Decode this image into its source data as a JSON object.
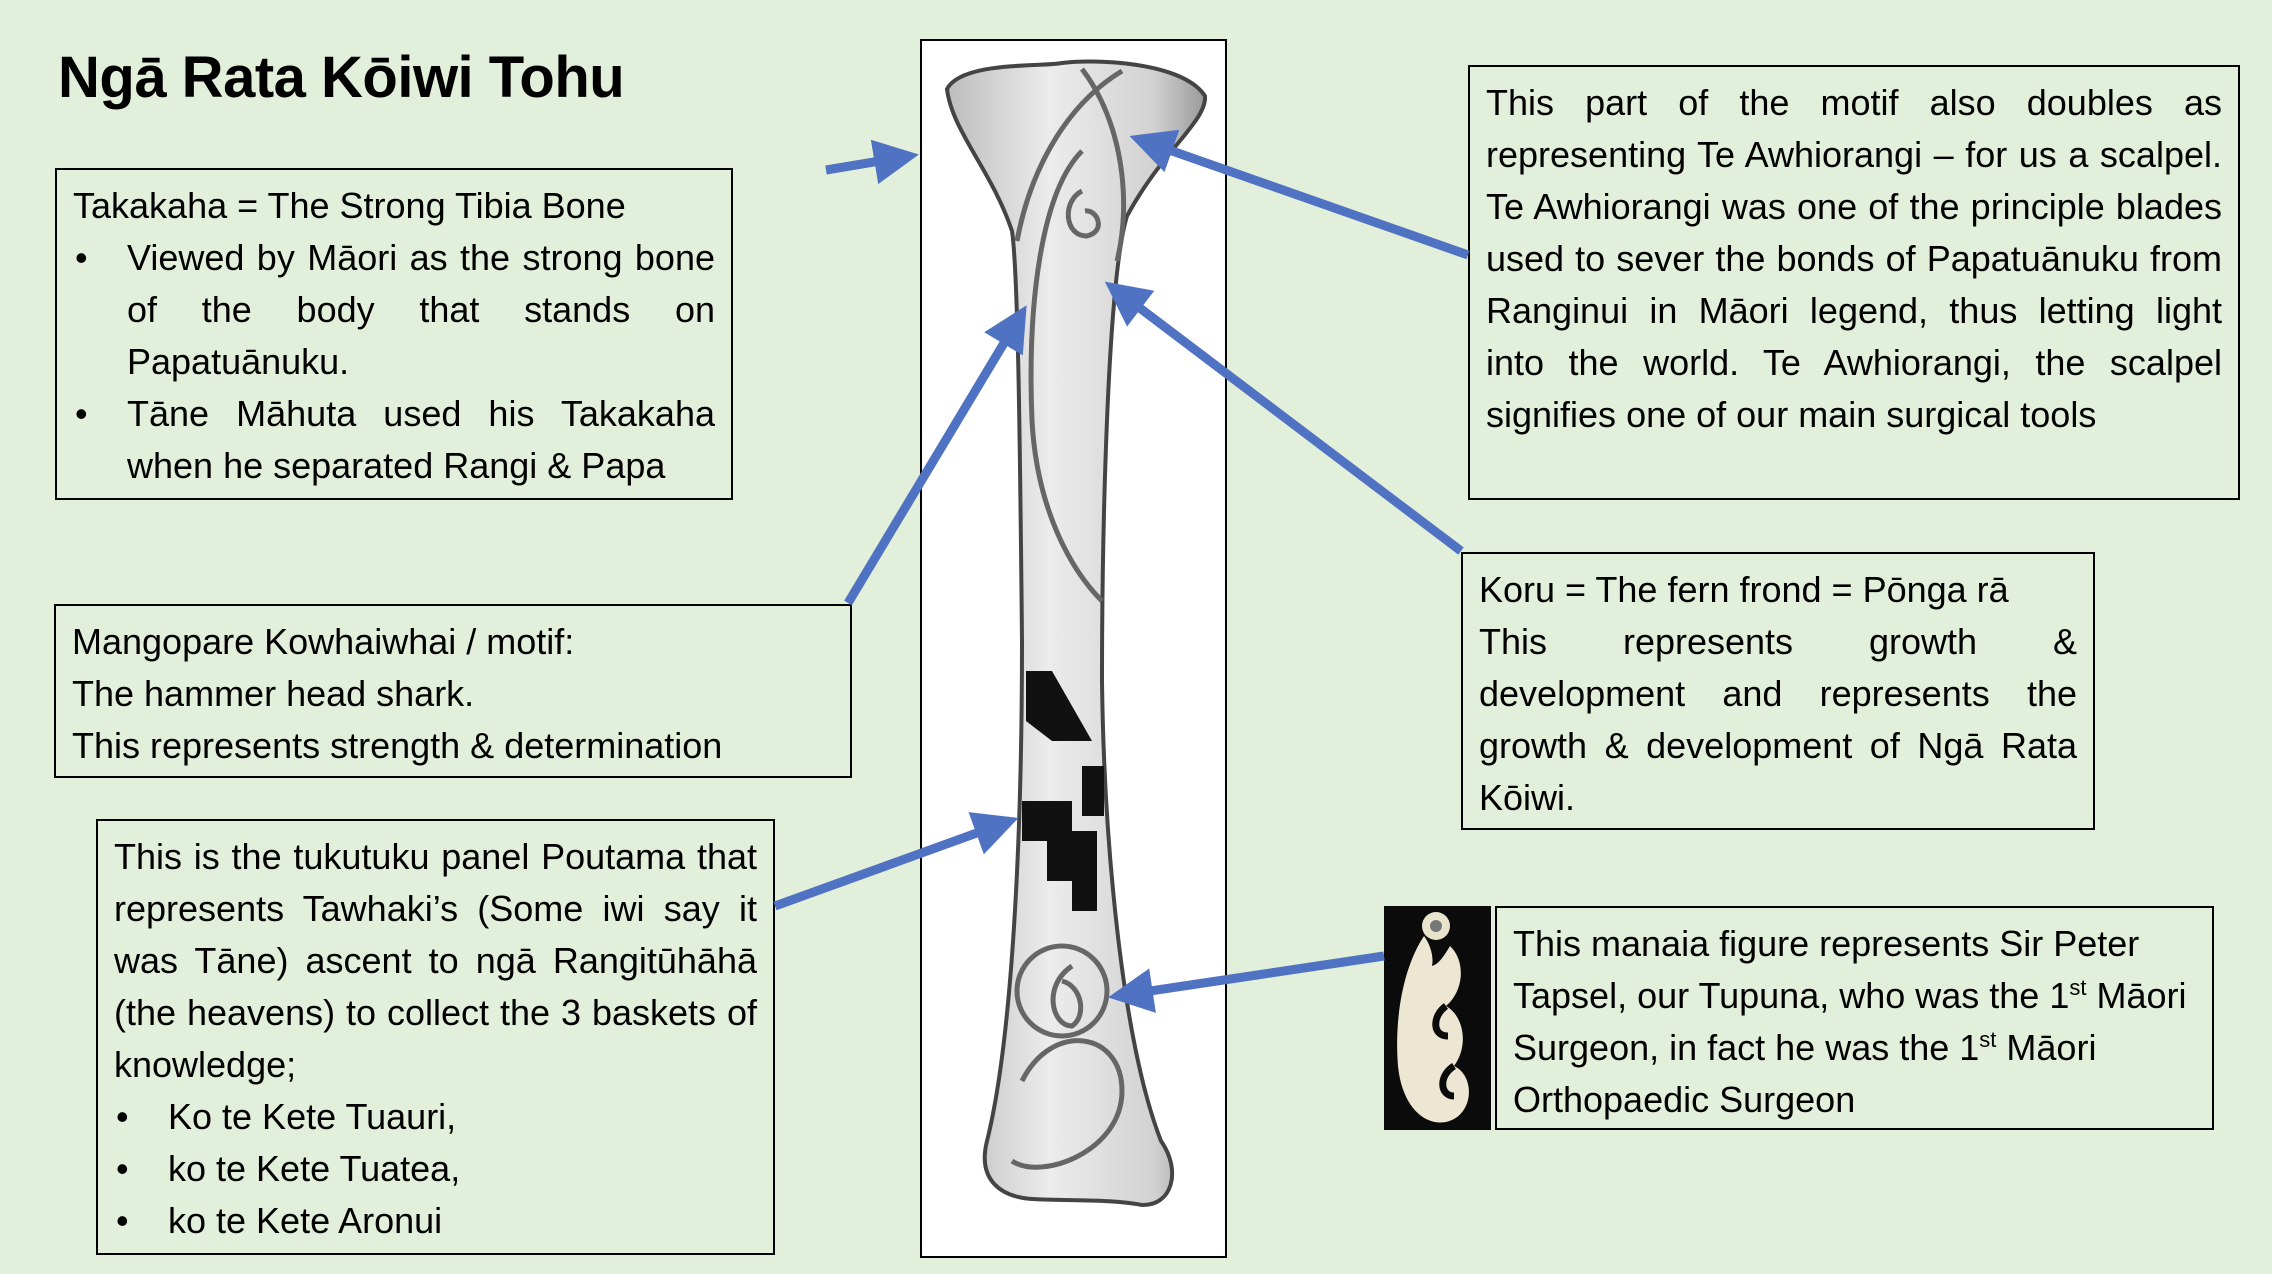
{
  "title": "Ngā Rata Kōiwi Tohu",
  "takakaha": {
    "heading": "Takakaha = The Strong Tibia Bone",
    "bullets": [
      "Viewed by Māori as the strong bone of the body that stands on Papatuānuku.",
      "Tāne Māhuta used his Takakaha when he separated Rangi & Papa"
    ]
  },
  "mangopare": {
    "line1": "Mangopare Kowhaiwhai / motif:",
    "line2": "The hammer head shark.",
    "line3": "This represents strength & determination"
  },
  "tukutuku": {
    "text": "This is the tukutuku panel Poutama that represents Tawhaki’s (Some iwi say it was Tāne) ascent to ngā Rangitūhāhā (the heavens) to collect the 3 baskets of knowledge;",
    "bullets": [
      "Ko te Kete Tuauri,",
      "ko te Kete Tuatea,",
      "ko te Kete Aronui"
    ]
  },
  "awhiorangi": {
    "text": "This part of the motif also doubles as representing Te Awhiorangi – for us a scalpel. Te Awhiorangi was one of the principle blades used to sever the bonds of Papatuānuku from Ranginui in Māori legend, thus letting light into the world. Te Awhiorangi, the scalpel signifies one of our main surgical tools"
  },
  "koru": {
    "line1": "Koru = The fern frond = Pōnga rā",
    "text": "This represents growth & development and represents the growth & development of Ngā Rata Kōiwi."
  },
  "manaia": {
    "part1": "This manaia figure represents Sir Peter Tapsel, our Tupuna, who was the 1",
    "sup1": "st",
    "part2": " Māori Surgeon, in fact he was the 1",
    "sup2": "st",
    "part3": " Māori Orthopaedic Surgeon"
  },
  "colors": {
    "background": "#e2efda",
    "arrow": "#4f72c2"
  }
}
